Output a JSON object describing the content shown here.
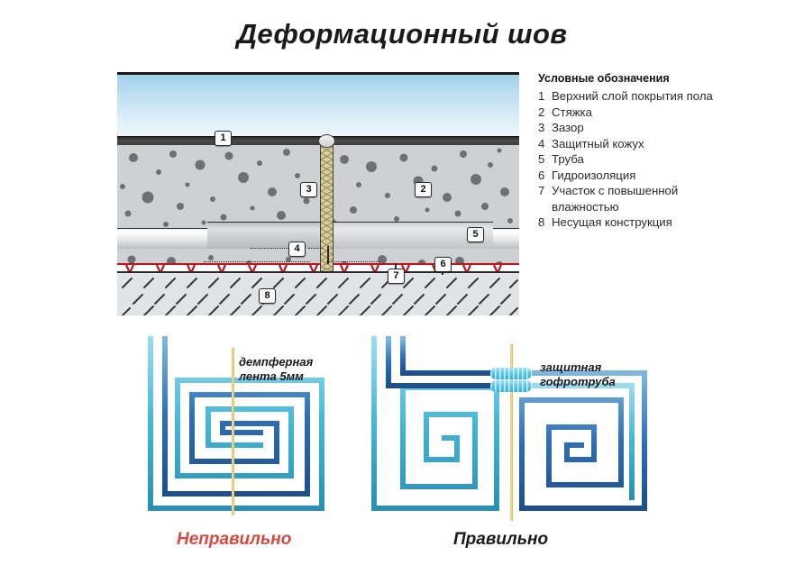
{
  "title": "Деформационный шов",
  "legend": {
    "heading": "Условные обозначения",
    "items": [
      {
        "num": "1",
        "text": "Верхний слой покрытия пола"
      },
      {
        "num": "2",
        "text": "Стяжка"
      },
      {
        "num": "3",
        "text": "Зазор"
      },
      {
        "num": "4",
        "text": "Защитный кожух"
      },
      {
        "num": "5",
        "text": "Труба"
      },
      {
        "num": "6",
        "text": "Гидроизоляция"
      },
      {
        "num": "7",
        "text": "Участок с повышенной влажностью"
      },
      {
        "num": "8",
        "text": "Несущая конструкция"
      }
    ]
  },
  "section": {
    "badges": [
      {
        "id": "1",
        "num": "1"
      },
      {
        "id": "2",
        "num": "2"
      },
      {
        "id": "3",
        "num": "3"
      },
      {
        "id": "4",
        "num": "4"
      },
      {
        "id": "5",
        "num": "5"
      },
      {
        "id": "6",
        "num": "6"
      },
      {
        "id": "7",
        "num": "7"
      },
      {
        "id": "8",
        "num": "8"
      }
    ]
  },
  "bottom": {
    "left_note_line1": "демпферная",
    "left_note_line2": "лента 5мм",
    "right_note_line1": "защитная",
    "right_note_line2": "гофротруба",
    "label_wrong": "Неправильно",
    "label_right": "Правильно"
  },
  "colors": {
    "pipe_blue": "#2e6fb7",
    "pipe_cyan": "#45b6d8",
    "joint_yellow": "#e8c268",
    "waterproof_red": "#c0141b",
    "wrong_red": "#d24a42",
    "sky_blue": "#9fd2ea"
  }
}
